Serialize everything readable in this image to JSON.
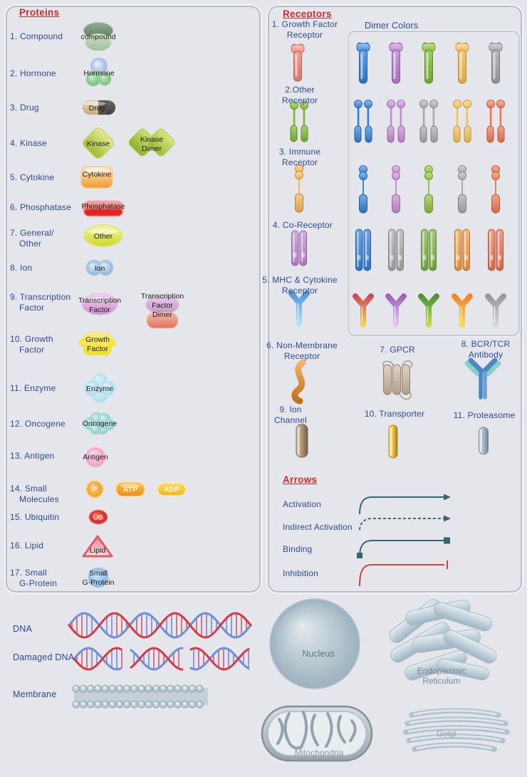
{
  "proteins_panel": {
    "title": "Proteins",
    "items": [
      {
        "lines": [
          "1. Compound"
        ],
        "icons": [
          {
            "type": "compound",
            "label_lines": [
              "compound"
            ]
          }
        ]
      },
      {
        "lines": [
          "2. Hormone"
        ],
        "icons": [
          {
            "type": "hormone",
            "label_lines": [
              "Hormone"
            ]
          }
        ]
      },
      {
        "lines": [
          "3. Drug"
        ],
        "icons": [
          {
            "type": "drug",
            "label_lines": [
              "Drug"
            ]
          }
        ]
      },
      {
        "lines": [
          "4. Kinase"
        ],
        "icons": [
          {
            "type": "kinase",
            "label_lines": [
              "Kinase"
            ]
          },
          {
            "type": "kinase-dimer",
            "label_lines": [
              "Kinase",
              "Dimer"
            ]
          }
        ]
      },
      {
        "lines": [
          "5. Cytokine"
        ],
        "icons": [
          {
            "type": "cytokine",
            "label_lines": [
              "Cytokine"
            ]
          }
        ]
      },
      {
        "lines": [
          "6. Phosphatase"
        ],
        "icons": [
          {
            "type": "phosphatase",
            "label_lines": [
              "Phosphatase"
            ]
          }
        ]
      },
      {
        "lines": [
          "7. General/",
          "Other"
        ],
        "icons": [
          {
            "type": "other",
            "label_lines": [
              "Other"
            ]
          }
        ]
      },
      {
        "lines": [
          "8. Ion"
        ],
        "icons": [
          {
            "type": "ion",
            "label_lines": [
              "Ion"
            ]
          }
        ]
      },
      {
        "lines": [
          "9. Transcription",
          "Factor"
        ],
        "icons": [
          {
            "type": "transcription-factor",
            "label_lines": [
              "Transcription",
              "Factor"
            ]
          },
          {
            "type": "transcription-factor-dimer",
            "label_lines": [
              "Transcription",
              "Factor",
              "Dimer"
            ]
          }
        ]
      },
      {
        "lines": [
          "10. Growth",
          "Factor"
        ],
        "icons": [
          {
            "type": "growth-factor",
            "label_lines": [
              "Growth",
              "Factor"
            ]
          }
        ]
      },
      {
        "lines": [
          "11. Enzyme"
        ],
        "icons": [
          {
            "type": "enzyme",
            "label_lines": [
              "Enzyme"
            ]
          }
        ]
      },
      {
        "lines": [
          "12. Oncogene"
        ],
        "icons": [
          {
            "type": "oncogene",
            "label_lines": [
              "Oncogene"
            ]
          }
        ]
      },
      {
        "lines": [
          "13. Antigen"
        ],
        "icons": [
          {
            "type": "antigen",
            "label_lines": [
              "Antigen"
            ]
          }
        ]
      },
      {
        "lines": [
          "14. Small",
          "Molecules"
        ],
        "icons": [
          {
            "type": "phosphate",
            "label_lines": [
              "P"
            ]
          },
          {
            "type": "atp",
            "label_lines": [
              "ATP"
            ]
          },
          {
            "type": "adp",
            "label_lines": [
              "ADP"
            ]
          }
        ]
      },
      {
        "lines": [
          "15. Ubiquitin"
        ],
        "icons": [
          {
            "type": "ubiquitin",
            "label_lines": [
              "UB"
            ]
          }
        ]
      },
      {
        "lines": [
          "16. Lipid"
        ],
        "icons": [
          {
            "type": "lipid",
            "label_lines": [
              "Lipid"
            ]
          }
        ]
      },
      {
        "lines": [
          "17. Small",
          "G-Protein"
        ],
        "icons": [
          {
            "type": "small-g-protein",
            "label_lines": [
              "Small",
              "G-Protein"
            ]
          }
        ]
      }
    ]
  },
  "receptors_panel": {
    "title": "Receptors",
    "items": [
      {
        "lines": [
          "1. Growth Factor",
          "Receptor"
        ],
        "shape": "growth-factor-receptor",
        "color": "#ee8075"
      },
      {
        "lines": [
          "2.Other",
          "Receptor"
        ],
        "shape": "other-receptor",
        "color": "#7cb832"
      },
      {
        "lines": [
          "3. Immune",
          "Receptor"
        ],
        "shape": "immune-receptor",
        "color": "#f2b44e"
      },
      {
        "lines": [
          "4. Co-Receptor"
        ],
        "shape": "co-receptor",
        "color": "#bd87cd"
      },
      {
        "lines": [
          "5. MHC & Cytokine",
          "Receptor"
        ],
        "shape": "mhc-cytokine-receptor",
        "color": "#4a90d9",
        "tip_color": "#b6ecf6"
      },
      {
        "lines": [
          "6. Non-Membrane",
          "Receptor"
        ],
        "shape": "non-membrane-receptor",
        "color": "#ef8c1e"
      },
      {
        "lines": [
          "7. GPCR"
        ],
        "shape": "gpcr",
        "color": "#c9b69c"
      },
      {
        "lines": [
          "8. BCR/TCR",
          "Antibody"
        ],
        "shape": "bcr-tcr-antibody",
        "color": "#4f86c6",
        "arm_color": "#86d2c6"
      },
      {
        "lines": [
          "9. Ion",
          "Channel"
        ],
        "shape": "ion-channel",
        "color": "#ab8f68"
      },
      {
        "lines": [
          "10. Transporter"
        ],
        "shape": "transporter",
        "color": "#f2c12c"
      },
      {
        "lines": [
          "11. Proteasome"
        ],
        "shape": "proteasome",
        "color": "#a9c0d0"
      }
    ],
    "dimer_colors": {
      "title": "Dimer Colors",
      "rows": [
        {
          "shape": "growth-factor-receptor",
          "colors": [
            "#2f7fd6",
            "#b77bcf",
            "#7cb82f",
            "#f5b84a",
            "#9ea0a3"
          ]
        },
        {
          "shape": "other-receptor",
          "colors": [
            "#2f7fd6",
            "#c489d2",
            "#a7a9ac",
            "#f3c24e",
            "#ef7450"
          ]
        },
        {
          "shape": "immune-receptor",
          "colors": [
            "#2f7fd6",
            "#c489d2",
            "#8cc03c",
            "#a7a9ac",
            "#ef7450"
          ]
        },
        {
          "shape": "co-receptor",
          "colors": [
            "#2f7fd6",
            "#a7a9ac",
            "#7cb040",
            "#f0993f",
            "#e8744f"
          ]
        },
        {
          "shape": "mhc-cytokine-receptor",
          "colors": [
            "#c84059",
            "#9b59b6",
            "#3f8f34",
            "#f07f28",
            "#8f9396"
          ],
          "tip_colors": [
            "#f6e24e",
            "#ead2f2",
            "#cce04a",
            "#f6e24e",
            "#dadcde"
          ]
        }
      ]
    }
  },
  "arrows_panel": {
    "title": "Arrows",
    "items": [
      {
        "label": "Activation",
        "kind": "solid-arrow",
        "color": "#3a6472"
      },
      {
        "label": "Indirect Activation",
        "kind": "dashed-arrow",
        "color": "#3a6472"
      },
      {
        "label": "Binding",
        "kind": "binding",
        "color": "#3a6472"
      },
      {
        "label": "Inhibition",
        "kind": "inhibition",
        "color": "#cb4343"
      }
    ]
  },
  "bottom": {
    "items": [
      {
        "label": "DNA",
        "kind": "dna"
      },
      {
        "label": "Damaged DNA",
        "kind": "damaged-dna"
      },
      {
        "label": "Membrane",
        "kind": "membrane"
      }
    ],
    "organelles": [
      {
        "label_lines": [
          "Nucleus"
        ]
      },
      {
        "label_lines": [
          "Endoplasmic",
          "Reticulum"
        ]
      },
      {
        "label_lines": [
          "Mitochondria"
        ]
      },
      {
        "label_lines": [
          "Golgi"
        ]
      }
    ]
  },
  "colors": {
    "page_bg": "#e5e6ec",
    "panel_border": "#b9bdc9",
    "heading_red": "#cf2b2b",
    "label_blue": "#2c4a8f",
    "icon_label_black": "#1c1c1c",
    "arrow_teal": "#3a6472",
    "inhibition_red": "#cb4343",
    "dna_red": "#d63a46",
    "dna_blue": "#6b8fd8",
    "organelle_gray": "#7a8a94"
  }
}
